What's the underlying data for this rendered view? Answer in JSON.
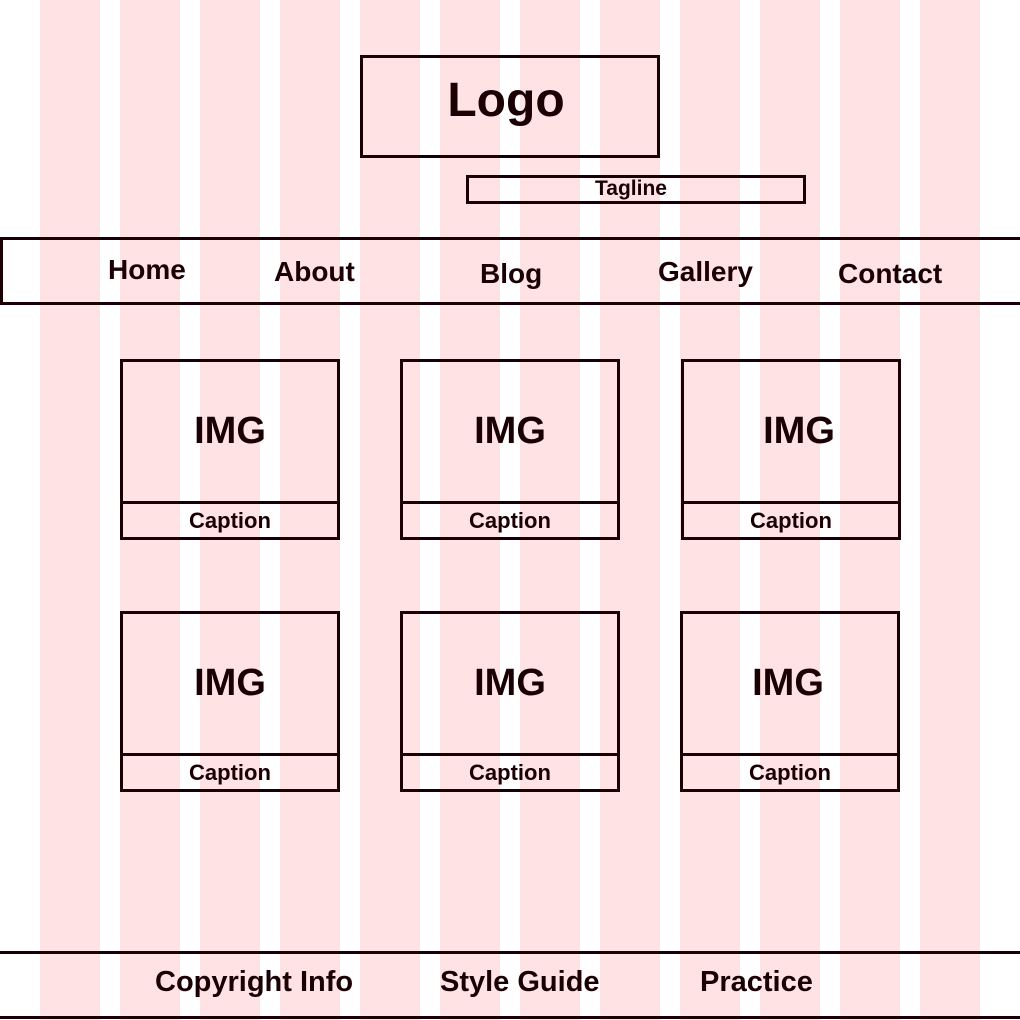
{
  "colors": {
    "ink": "#1a0005",
    "grid_column": "#ffe3e4",
    "background": "#ffffff"
  },
  "header": {
    "logo": "Logo",
    "tagline": "Tagline"
  },
  "nav": {
    "items": [
      "Home",
      "About",
      "Blog",
      "Gallery",
      "Contact"
    ]
  },
  "gallery": {
    "cards": [
      {
        "img": "IMG",
        "caption": "Caption"
      },
      {
        "img": "IMG",
        "caption": "Caption"
      },
      {
        "img": "IMG",
        "caption": "Caption"
      },
      {
        "img": "IMG",
        "caption": "Caption"
      },
      {
        "img": "IMG",
        "caption": "Caption"
      },
      {
        "img": "IMG",
        "caption": "Caption"
      }
    ]
  },
  "footer": {
    "items": [
      "Copyright Info",
      "Style Guide",
      "Practice"
    ]
  }
}
